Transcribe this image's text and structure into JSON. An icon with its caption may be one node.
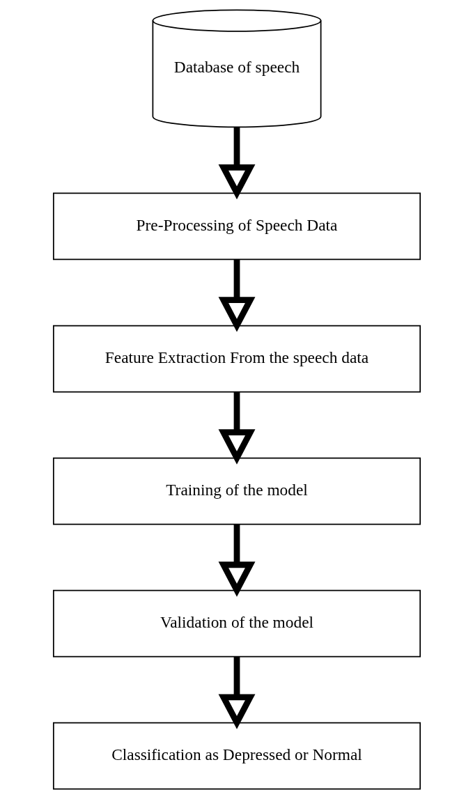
{
  "diagram": {
    "nodes": [
      {
        "text": [
          "Database of speech"
        ]
      },
      {
        "text": [
          "Pre-Processing of Speech Data"
        ]
      },
      {
        "text": [
          "Feature Extraction From the speech data"
        ]
      },
      {
        "text": [
          "Training of the model"
        ]
      },
      {
        "text": [
          "Validation of the model"
        ]
      },
      {
        "text": [
          "Classification as Depressed or Normal"
        ]
      }
    ],
    "edges": [
      {
        "from": 0,
        "to": 1,
        "arrow": "to"
      },
      {
        "from": 1,
        "to": 2,
        "arrow": "to"
      },
      {
        "from": 2,
        "to": 3,
        "arrow": "to"
      },
      {
        "from": 3,
        "to": 4,
        "arrow": "to"
      },
      {
        "from": 4,
        "to": 5,
        "arrow": "to"
      }
    ]
  }
}
